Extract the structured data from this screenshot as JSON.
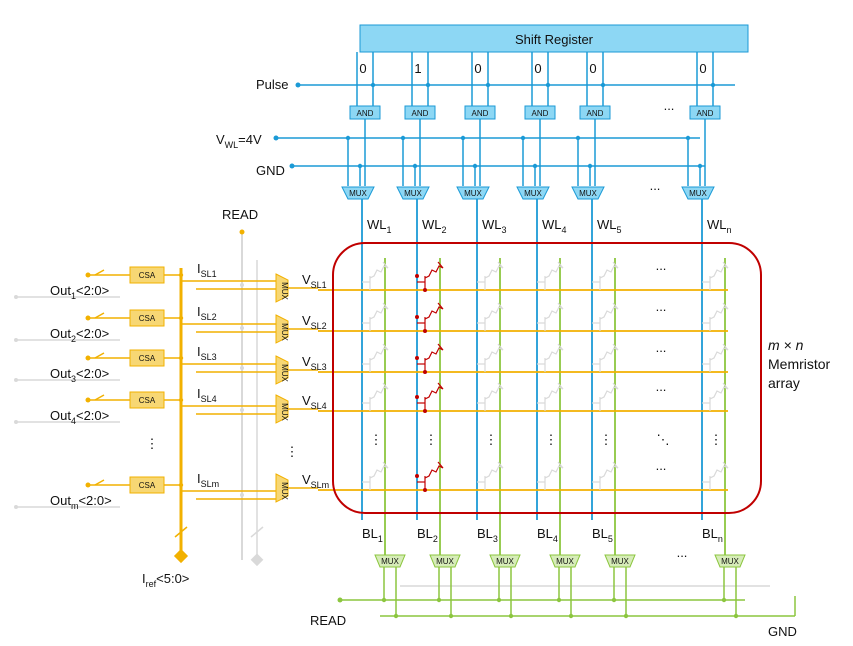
{
  "shift_register": {
    "title": "Shift Register",
    "bits": [
      "0",
      "1",
      "0",
      "0",
      "0",
      "0"
    ]
  },
  "labels": {
    "pulse": "Pulse",
    "vwl_main": "V",
    "vwl_sub": "WL",
    "vwl_val": "=4V",
    "gnd_top": "GND",
    "read_left": "READ",
    "read_bottom": "READ",
    "gnd_bottom": "GND",
    "iref_main": "I",
    "iref_sub": "ref",
    "iref_rest": "<5:0>",
    "array_line1": "m × n",
    "array_line2": "Memristor",
    "array_line3": "array"
  },
  "blocks": {
    "and_label": "AND",
    "mux_label": "MUX",
    "csa_label": "CSA"
  },
  "wordlines": [
    {
      "main": "WL",
      "sub": "1"
    },
    {
      "main": "WL",
      "sub": "2"
    },
    {
      "main": "WL",
      "sub": "3"
    },
    {
      "main": "WL",
      "sub": "4"
    },
    {
      "main": "WL",
      "sub": "5"
    },
    {
      "main": "WL",
      "sub": "n"
    }
  ],
  "bitlines": [
    {
      "main": "BL",
      "sub": "1"
    },
    {
      "main": "BL",
      "sub": "2"
    },
    {
      "main": "BL",
      "sub": "3"
    },
    {
      "main": "BL",
      "sub": "4"
    },
    {
      "main": "BL",
      "sub": "5"
    },
    {
      "main": "BL",
      "sub": "n"
    }
  ],
  "sourcelines": [
    {
      "v_main": "V",
      "v_sub": "SL1",
      "i_main": "I",
      "i_sub": "SL1"
    },
    {
      "v_main": "V",
      "v_sub": "SL2",
      "i_main": "I",
      "i_sub": "SL2"
    },
    {
      "v_main": "V",
      "v_sub": "SL3",
      "i_main": "I",
      "i_sub": "SL3"
    },
    {
      "v_main": "V",
      "v_sub": "SL4",
      "i_main": "I",
      "i_sub": "SL4"
    },
    {
      "v_main": "V",
      "v_sub": "SLm",
      "i_main": "I",
      "i_sub": "SLm"
    }
  ],
  "outputs": [
    {
      "main": "Out",
      "sub": "1",
      "rest": "<2:0>"
    },
    {
      "main": "Out",
      "sub": "2",
      "rest": "<2:0>"
    },
    {
      "main": "Out",
      "sub": "3",
      "rest": "<2:0>"
    },
    {
      "main": "Out",
      "sub": "4",
      "rest": "<2:0>"
    },
    {
      "main": "Out",
      "sub": "m",
      "rest": "<2:0>"
    }
  ],
  "ellipsis": {
    "h": "...",
    "v": "⋮",
    "d": "⋱"
  },
  "colors": {
    "blue": "#1b9ad6",
    "orange": "#f2b100",
    "green": "#8cc63f",
    "gray": "#d9d9d9",
    "red": "#c00000",
    "shift_fill": "#8dd7f4",
    "block_fill": "#f7d774"
  },
  "selected_column": 2
}
